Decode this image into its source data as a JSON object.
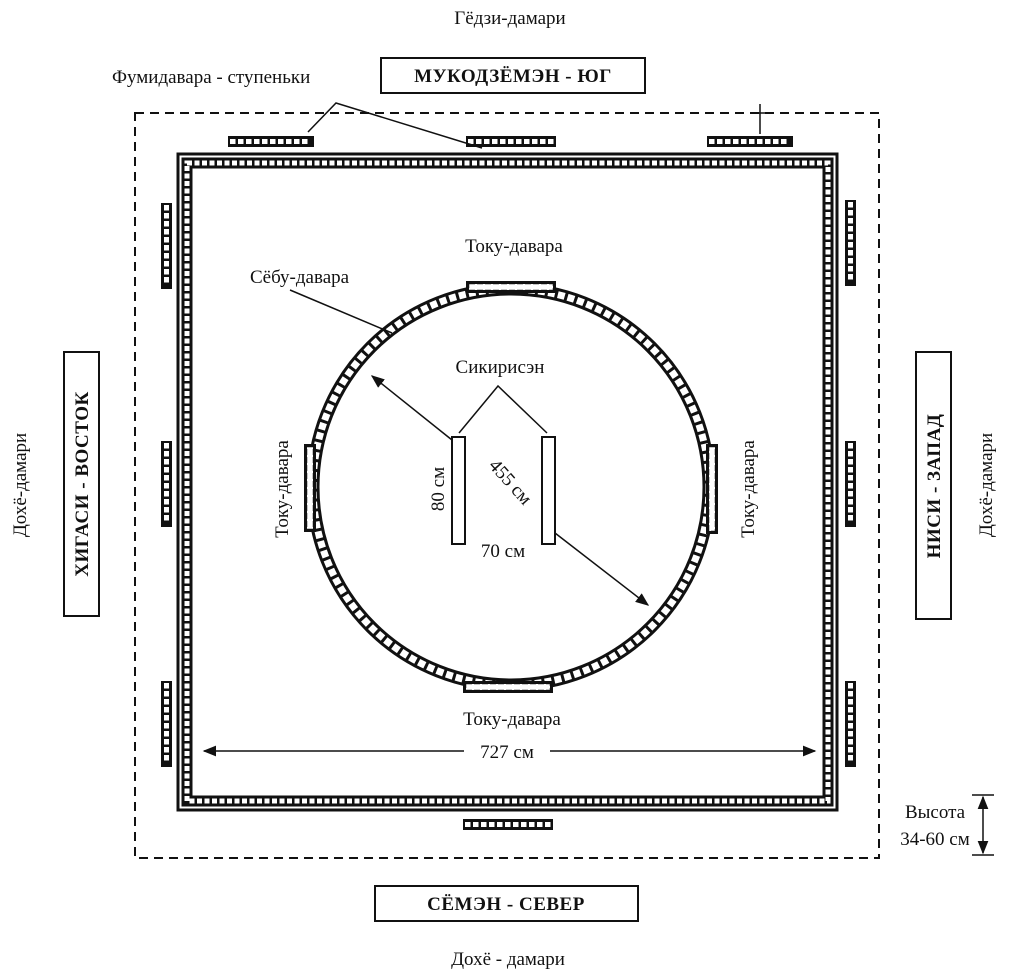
{
  "labels": {
    "top_outside": "Гёдзи-дамари",
    "bottom_outside": "Дохё - дамари",
    "left_outside": "Дохё-дамари",
    "right_outside": "Дохё-дамари",
    "steps": "Фумидавара - ступеньки",
    "sebu": "Сёбу-давара",
    "toku_top": "Току-давара",
    "toku_bottom": "Току-давара",
    "toku_left": "Току-давара",
    "toku_right": "Току-давара",
    "shikiri": "Сикирисэн",
    "radius": "455 см",
    "line_length": "80 см",
    "line_gap": "70 см",
    "width": "727 см",
    "height_title": "Высота",
    "height_value": "34-60 см"
  },
  "directions": {
    "south": "МУКОДЗЁМЭН - ЮГ",
    "north": "СЁМЭН - СЕВЕР",
    "east": "ХИГАСИ - ВОСТОК",
    "west": "НИСИ - ЗАПАД"
  },
  "colors": {
    "ink": "#111111",
    "paper": "#ffffff"
  }
}
